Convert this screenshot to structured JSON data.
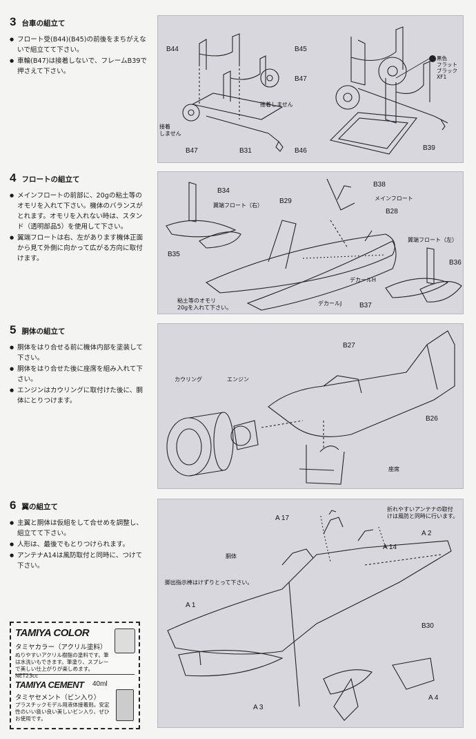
{
  "steps": [
    {
      "num": "3",
      "title": "台車の組立て",
      "bullets": [
        "フロート受(B44)(B45)の前後をまちがえないで組立てて下さい。",
        "車輪(B47)は接着しないで、フレームB39で押さえて下さい。"
      ],
      "labels": {
        "b44": "B44",
        "b45": "B45",
        "b47a": "B47",
        "b47b": "B47",
        "b31": "B31",
        "b46": "B46",
        "b39": "B39",
        "no_glue_a": "接着しません",
        "no_glue_b": "接着\nしません"
      },
      "paint_note": {
        "swatch": "黒色",
        "line1": "フラット",
        "line2": "ブラック",
        "line3": "XF1"
      }
    },
    {
      "num": "4",
      "title": "フロートの組立て",
      "bullets": [
        "メインフロートの前部に、20gの粘土等のオモリを入れて下さい。機体のバランスがとれます。オモリを入れない時は、スタンド（透明部品5）を使用して下さい。",
        "翼端フロートは右、左があります機体正面から見て外側に向かって広がる方向に取付けます。"
      ],
      "labels": {
        "b34": "B34",
        "b38": "B38",
        "b29": "B29",
        "b28": "B28",
        "b35": "B35",
        "b36": "B36",
        "b37": "B37",
        "wing_float_r": "翼端フロート（右）",
        "main_float": "メインフロート",
        "wing_float_l": "翼端フロート（左）",
        "decal_h": "デカールH",
        "decal_j": "デカールJ",
        "clay": "粘土等のオモリ\n20gを入れて下さい。"
      }
    },
    {
      "num": "5",
      "title": "胴体の組立て",
      "bullets": [
        "胴体をはり合せる前に機体内部を塗装して下さい。",
        "胴体をはり合せた後に座席を組み入れて下さい。",
        "エンジンはカウリングに取付けた後に、胴体にとりつけます。"
      ],
      "labels": {
        "b27": "B27",
        "b26": "B26",
        "cowling": "カウリング",
        "engine": "エンジン",
        "seat": "座席"
      }
    },
    {
      "num": "6",
      "title": "翼の組立て",
      "bullets": [
        "主翼と胴体は仮組をして合せめを調整し、組立てて下さい。",
        "人形は、最後でもとりつけられます。",
        "アンテナA14は風防取付と同時に、つけて下さい。"
      ],
      "labels": {
        "a17": "A 17",
        "a14": "A 14",
        "a2": "A 2",
        "a1": "A 1",
        "a3": "A 3",
        "a4": "A 4",
        "b30": "B30",
        "fuselage": "胴体",
        "antenna_note": "折れやすいアンテナの取付\nけは風防と同時に行います。",
        "shave_note": "脚出指示棒はけずりとって下さい。"
      }
    }
  ],
  "tamiya": {
    "color_brand": "TAMIYA COLOR",
    "color_sub": "タミヤカラー（アクリル塗料）",
    "color_desc": "ぬりやすいアクリル樹脂の塗料です。筆は水洗いもできます。筆塗り、スプレーで美しい仕上がりが楽しめます。NET23cc",
    "cement_brand": "TAMIYA CEMENT",
    "cement_size": "40ml",
    "cement_sub": "タミヤセメント（ビン入り）",
    "cement_desc": "プラスチックモデル用液体接着剤。安定性のいい扱い良い美しいビン入り、ぜひお使用です。"
  }
}
